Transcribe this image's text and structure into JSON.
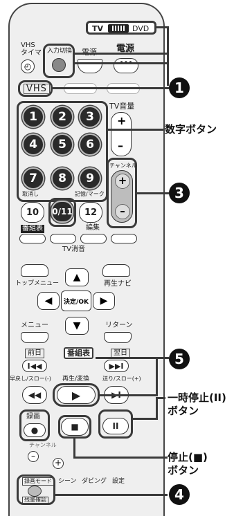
{
  "remote": {
    "switch": {
      "left": "TV",
      "right": "DVD"
    },
    "vhs_timer": "VHS\nタイマ",
    "input_switch": "入力切換",
    "power": "電源",
    "power_top": "電源",
    "vhs": "VHS",
    "tv_volume": "TV音量",
    "vol_plus": "+",
    "vol_minus": "–",
    "channel": "チャンネル",
    "ch_plus": "+",
    "ch_minus": "–",
    "digits": [
      "1",
      "2",
      "3",
      "4",
      "5",
      "6",
      "7",
      "8",
      "9",
      "10",
      "0/11",
      "12"
    ],
    "cancel": "取消し",
    "memory_mark": "記憶/マーク",
    "guide": "番組表",
    "edit": "編集",
    "tv_mute": "TV消音",
    "top_menu": "トップメニュー",
    "play_navi": "再生ナビ",
    "enter": "決定/OK",
    "menu": "メニュー",
    "return": "リターン",
    "prev_day": "前日",
    "guide2": "番組表",
    "next_day": "翌日",
    "rewind_slow": "早戻し/スロー(-)",
    "play_convert": "再生/変換",
    "ff_slow": "送り/スロー(+)",
    "record": "録画",
    "rec_mode": "録画モード",
    "remaining": "残量確認",
    "settings": "設定",
    "dubbing": "ダビング",
    "scene": "シーン",
    "channel_small": "チャンネル"
  },
  "annotations": {
    "num_buttons": "数字ボタン",
    "pause_button": "一時停止(II)\nボタン",
    "stop_button": "停止(■)\nボタン",
    "badge1": "1",
    "badge3": "3",
    "badge4": "4",
    "badge5": "5"
  }
}
